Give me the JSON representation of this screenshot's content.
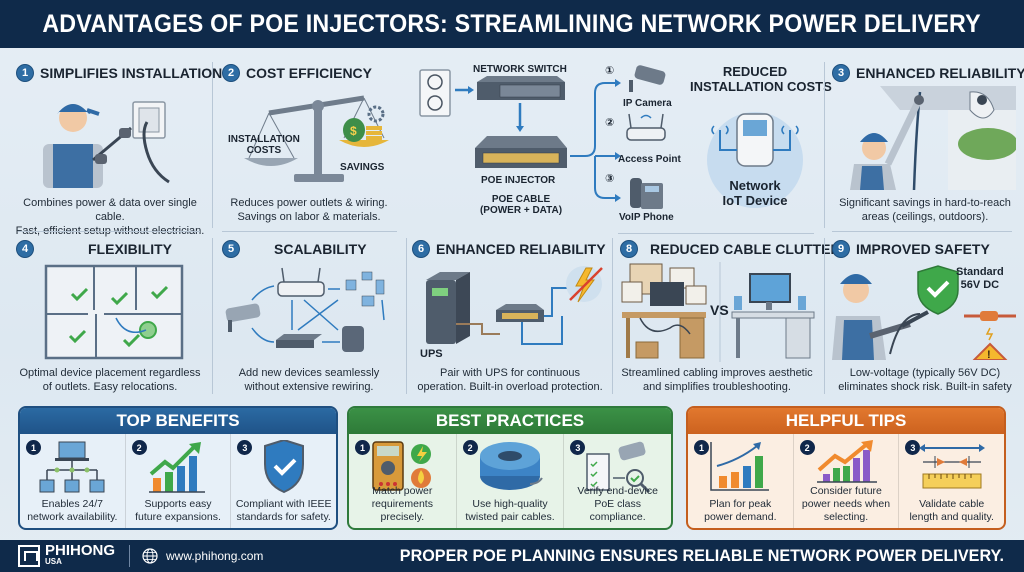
{
  "header": {
    "title": "ADVANTAGES OF POE INJECTORS: STREAMLINING NETWORK POWER DELIVERY"
  },
  "colors": {
    "navy": "#0f2a4a",
    "badge_blue": "#2e6da4",
    "panel_blue": "#1f5388",
    "panel_green": "#2e7a38",
    "panel_orange": "#cc621f"
  },
  "advantages": [
    {
      "num": "1",
      "title": "SIMPLIFIES INSTALLATION",
      "desc": [
        "Combines power & data over single cable.",
        "Fast, efficient setup without electrician."
      ],
      "icon": "technician-plugging-cable-icon"
    },
    {
      "num": "2",
      "title": "COST EFFICIENCY",
      "desc": [
        "Reduces power outlets & wiring.",
        "Savings on labor & materials."
      ],
      "icon": "balance-scale-icon",
      "labels": {
        "left": [
          "INSTALLATION",
          "COSTS"
        ],
        "right": "SAVINGS"
      }
    },
    {
      "num": "3",
      "title": "ENHANCED RELIABILITY",
      "desc": [
        "Significant savings in hard-to-reach",
        "areas (ceilings, outdoors)."
      ],
      "icon": "technician-ceiling-camera-icon"
    },
    {
      "num": "4",
      "title": "FLEXIBILITY",
      "desc": [
        "Optimal device placement regardless",
        "of outlets. Easy relocations."
      ],
      "icon": "floor-plan-icon"
    },
    {
      "num": "5",
      "title": "SCALABILITY",
      "desc": [
        "Add new devices seamlessly",
        "without extensive rewiring."
      ],
      "icon": "network-expansion-icon"
    },
    {
      "num": "6",
      "title": "ENHANCED RELIABILITY",
      "desc": [
        "Pair with UPS for continuous",
        "operation. Built-in overload protection."
      ],
      "icon": "ups-protection-icon",
      "labels": {
        "ups": "UPS"
      }
    },
    {
      "num": "8",
      "title": "REDUCED CABLE CLUTTER",
      "desc": [
        "Streamlined cabling improves aesthetic",
        "and simplifies troubleshooting."
      ],
      "icon": "messy-vs-clean-desk-icon",
      "labels": {
        "vs": "VS"
      }
    },
    {
      "num": "9",
      "title": "IMPROVED SAFETY",
      "desc": [
        "Low-voltage (typically 56V DC)",
        "eliminates shock risk. Built-in safety"
      ],
      "icon": "safety-shield-icon",
      "labels": {
        "standard": [
          "Standard",
          "56V DC"
        ]
      }
    }
  ],
  "diagram": {
    "switch_label": "NETWORK SWITCH",
    "injector_label": "POE INJECTOR",
    "cable_label": [
      "POE CABLE",
      "(POWER + DATA)"
    ],
    "devices": [
      {
        "num": "1",
        "label": "IP Camera"
      },
      {
        "num": "2",
        "label": "Access Point"
      },
      {
        "num": "3",
        "label": "VoIP Phone"
      }
    ],
    "reduced_title": [
      "REDUCED",
      "INSTALLATION COSTS"
    ],
    "iot_label": [
      "Network",
      "IoT Device"
    ]
  },
  "panels": {
    "top_benefits": {
      "title": "TOP BENEFITS",
      "items": [
        {
          "num": "1",
          "text": [
            "Enables 24/7",
            "network availability."
          ]
        },
        {
          "num": "2",
          "text": [
            "Supports easy",
            "future expansions."
          ]
        },
        {
          "num": "3",
          "text": [
            "Compliant with IEEE",
            "standards for safety."
          ]
        }
      ]
    },
    "best_practices": {
      "title": "BEST PRACTICES",
      "items": [
        {
          "num": "1",
          "text": [
            "Match power",
            "requirements precisely."
          ]
        },
        {
          "num": "2",
          "text": [
            "Use high-quality",
            "twisted pair cables."
          ]
        },
        {
          "num": "3",
          "text": [
            "Verify end-device",
            "PoE class compliance."
          ]
        }
      ]
    },
    "helpful_tips": {
      "title": "HELPFUL TIPS",
      "items": [
        {
          "num": "1",
          "text": [
            "Plan for peak",
            "power demand."
          ]
        },
        {
          "num": "2",
          "text": [
            "Consider future",
            "power needs when",
            "selecting."
          ]
        },
        {
          "num": "3",
          "text": [
            "Validate cable",
            "length and quality."
          ]
        }
      ]
    }
  },
  "footer": {
    "brand": "PHIHONG",
    "brand_sub": "USA",
    "url": "www.phihong.com",
    "tagline": "PROPER POE PLANNING ENSURES RELIABLE NETWORK POWER DELIVERY."
  }
}
